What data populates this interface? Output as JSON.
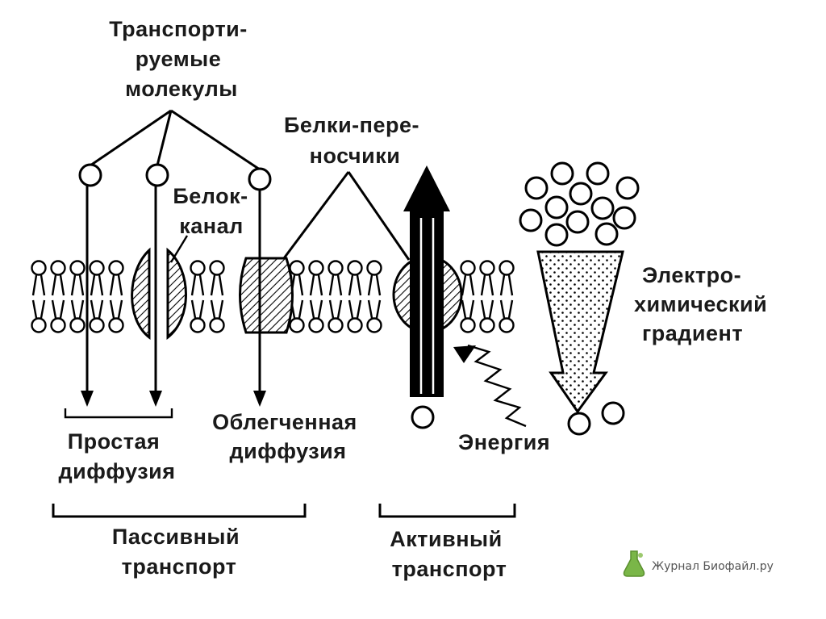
{
  "labels": {
    "transported_molecules": [
      "Транспорти-",
      "руемые",
      "молекулы"
    ],
    "carrier_proteins": [
      "Белки-пере-",
      "носчики"
    ],
    "channel_protein": [
      "Белок-",
      "канал"
    ],
    "electrochemical_gradient": [
      "Электро-",
      "химический",
      "градиент"
    ],
    "simple_diffusion": [
      "Простая",
      "диффузия"
    ],
    "facilitated_diffusion": [
      "Облегченная",
      "диффузия"
    ],
    "energy": "Энергия",
    "passive_transport": [
      "Пассивный",
      "транспорт"
    ],
    "active_transport": [
      "Активный",
      "транспорт"
    ]
  },
  "watermark": "Журнал Биофайл.ру",
  "colors": {
    "ink": "#000000",
    "background": "#ffffff"
  }
}
